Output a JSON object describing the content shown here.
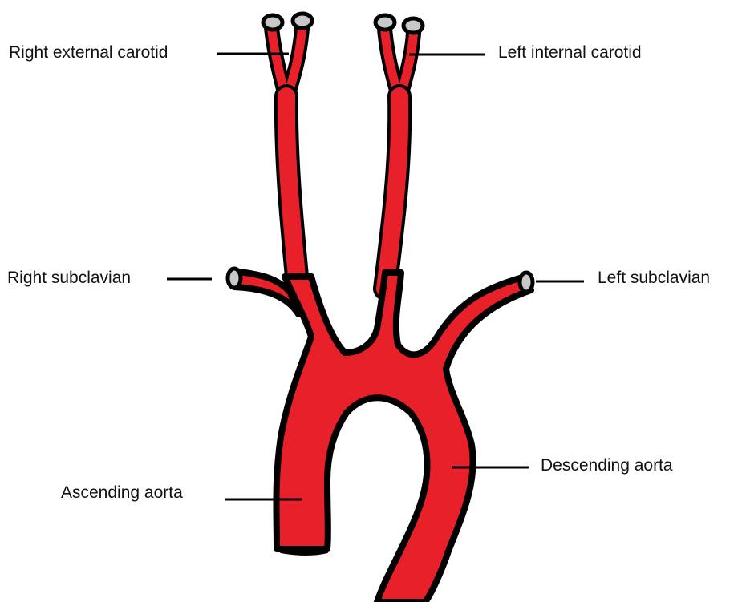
{
  "diagram": {
    "colors": {
      "vessel_fill": "#e8202a",
      "vessel_outline": "#000000",
      "vessel_opening": "#c8c8c8",
      "leader_line": "#000000",
      "label_text": "#111111",
      "background": "#ffffff"
    },
    "labels": {
      "right_external_carotid": "Right external carotid",
      "left_internal_carotid": "Left internal carotid",
      "right_subclavian": "Right subclavian",
      "left_subclavian": "Left subclavian",
      "ascending_aorta": "Ascending aorta",
      "descending_aorta": "Descending aorta"
    }
  }
}
